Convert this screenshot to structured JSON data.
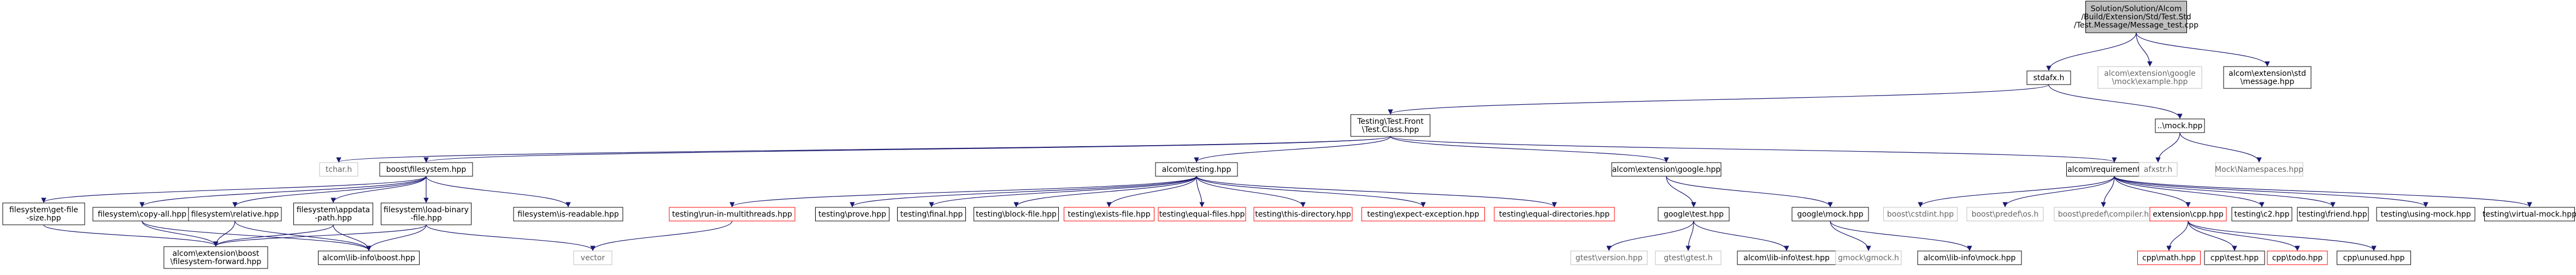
{
  "diagram": {
    "nodes": [
      {
        "id": "root",
        "lines": [
          "Solution/Solution/Alcom",
          "/Build/Extension/Std/Test.Std",
          "/Test.Message/Message_test.cpp"
        ],
        "style": "focus"
      },
      {
        "id": "stdafx",
        "lines": [
          "stdafx.h"
        ],
        "style": "normal"
      },
      {
        "id": "alcom_google_example",
        "lines": [
          "alcom\\extension\\google",
          "\\mock\\example.hpp"
        ],
        "style": "missing"
      },
      {
        "id": "alcom_std_message",
        "lines": [
          "alcom\\extension\\std",
          "\\message.hpp"
        ],
        "style": "normal"
      },
      {
        "id": "testing_test_front",
        "lines": [
          "Testing\\Test.Front",
          "\\Test.Class.hpp"
        ],
        "style": "normal"
      },
      {
        "id": "mock_hpp",
        "lines": [
          "..\\mock.hpp"
        ],
        "style": "normal"
      },
      {
        "id": "tchar",
        "lines": [
          "tchar.h"
        ],
        "style": "missing"
      },
      {
        "id": "boost_filesystem",
        "lines": [
          "boost\\filesystem.hpp"
        ],
        "style": "normal"
      },
      {
        "id": "alcom_testing",
        "lines": [
          "alcom\\testing.hpp"
        ],
        "style": "normal"
      },
      {
        "id": "alcom_google",
        "lines": [
          "alcom\\extension\\google.hpp"
        ],
        "style": "normal"
      },
      {
        "id": "alcom_requirements",
        "lines": [
          "alcom\\requirements.hpp"
        ],
        "style": "normal"
      },
      {
        "id": "afxstr",
        "lines": [
          "afxstr.h"
        ],
        "style": "missing"
      },
      {
        "id": "mock_namespaces",
        "lines": [
          "Mock\\Namespaces.hpp"
        ],
        "style": "missing"
      },
      {
        "id": "fs_get_file_size",
        "lines": [
          "filesystem\\get-file",
          "-size.hpp"
        ],
        "style": "normal"
      },
      {
        "id": "fs_copy_all",
        "lines": [
          "filesystem\\copy-all.hpp"
        ],
        "style": "normal"
      },
      {
        "id": "fs_relative",
        "lines": [
          "filesystem\\relative.hpp"
        ],
        "style": "normal"
      },
      {
        "id": "fs_appdata",
        "lines": [
          "filesystem\\appdata",
          "-path.hpp"
        ],
        "style": "normal"
      },
      {
        "id": "fs_load_binary",
        "lines": [
          "filesystem\\load-binary",
          "-file.hpp"
        ],
        "style": "normal"
      },
      {
        "id": "fs_is_readable",
        "lines": [
          "filesystem\\is-readable.hpp"
        ],
        "style": "normal"
      },
      {
        "id": "t_run_multithreads",
        "lines": [
          "testing\\run-in-multithreads.hpp"
        ],
        "style": "red"
      },
      {
        "id": "t_prove",
        "lines": [
          "testing\\prove.hpp"
        ],
        "style": "normal"
      },
      {
        "id": "t_final",
        "lines": [
          "testing\\final.hpp"
        ],
        "style": "normal"
      },
      {
        "id": "t_block_file",
        "lines": [
          "testing\\block-file.hpp"
        ],
        "style": "normal"
      },
      {
        "id": "t_exists_file",
        "lines": [
          "testing\\exists-file.hpp"
        ],
        "style": "red"
      },
      {
        "id": "t_equal_files",
        "lines": [
          "testing\\equal-files.hpp"
        ],
        "style": "red"
      },
      {
        "id": "t_this_directory",
        "lines": [
          "testing\\this-directory.hpp"
        ],
        "style": "red"
      },
      {
        "id": "t_expect_exception",
        "lines": [
          "testing\\expect-exception.hpp"
        ],
        "style": "red"
      },
      {
        "id": "t_equal_directories",
        "lines": [
          "testing\\equal-directories.hpp"
        ],
        "style": "red"
      },
      {
        "id": "google_test",
        "lines": [
          "google\\test.hpp"
        ],
        "style": "normal"
      },
      {
        "id": "google_mock",
        "lines": [
          "google\\mock.hpp"
        ],
        "style": "normal"
      },
      {
        "id": "boost_cstdint",
        "lines": [
          "boost\\cstdint.hpp"
        ],
        "style": "missing"
      },
      {
        "id": "boost_predef_os",
        "lines": [
          "boost\\predef\\os.h"
        ],
        "style": "missing"
      },
      {
        "id": "boost_predef_compiler",
        "lines": [
          "boost\\predef\\compiler.h"
        ],
        "style": "missing"
      },
      {
        "id": "ext_cpp",
        "lines": [
          "extension\\cpp.hpp"
        ],
        "style": "red"
      },
      {
        "id": "t_c2",
        "lines": [
          "testing\\c2.hpp"
        ],
        "style": "normal"
      },
      {
        "id": "t_friend",
        "lines": [
          "testing\\friend.hpp"
        ],
        "style": "normal"
      },
      {
        "id": "t_using_mock",
        "lines": [
          "testing\\using-mock.hpp"
        ],
        "style": "normal"
      },
      {
        "id": "t_virtual_mock",
        "lines": [
          "testing\\virtual-mock.hpp"
        ],
        "style": "normal"
      },
      {
        "id": "alcom_boost_forward",
        "lines": [
          "alcom\\extension\\boost",
          "\\filesystem-forward.hpp"
        ],
        "style": "normal"
      },
      {
        "id": "alcom_lib_boost",
        "lines": [
          "alcom\\lib-info\\boost.hpp"
        ],
        "style": "normal"
      },
      {
        "id": "vector",
        "lines": [
          "vector"
        ],
        "style": "missing"
      },
      {
        "id": "gtest_version",
        "lines": [
          "gtest\\version.hpp"
        ],
        "style": "missing"
      },
      {
        "id": "gtest_gtest",
        "lines": [
          "gtest\\gtest.h"
        ],
        "style": "missing"
      },
      {
        "id": "alcom_lib_test",
        "lines": [
          "alcom\\lib-info\\test.hpp"
        ],
        "style": "normal"
      },
      {
        "id": "gmock_gmock",
        "lines": [
          "gmock\\gmock.h"
        ],
        "style": "missing"
      },
      {
        "id": "alcom_lib_mock",
        "lines": [
          "alcom\\lib-info\\mock.hpp"
        ],
        "style": "normal"
      },
      {
        "id": "cpp_math",
        "lines": [
          "cpp\\math.hpp"
        ],
        "style": "red"
      },
      {
        "id": "cpp_test",
        "lines": [
          "cpp\\test.hpp"
        ],
        "style": "normal"
      },
      {
        "id": "cpp_todo",
        "lines": [
          "cpp\\todo.hpp"
        ],
        "style": "red"
      },
      {
        "id": "cpp_unused",
        "lines": [
          "cpp\\unused.hpp"
        ],
        "style": "normal"
      }
    ],
    "edges": [
      [
        "root",
        "stdafx"
      ],
      [
        "root",
        "alcom_google_example"
      ],
      [
        "root",
        "alcom_std_message"
      ],
      [
        "stdafx",
        "testing_test_front"
      ],
      [
        "stdafx",
        "mock_hpp"
      ],
      [
        "testing_test_front",
        "tchar"
      ],
      [
        "testing_test_front",
        "boost_filesystem"
      ],
      [
        "testing_test_front",
        "alcom_testing"
      ],
      [
        "testing_test_front",
        "alcom_google"
      ],
      [
        "testing_test_front",
        "alcom_requirements"
      ],
      [
        "mock_hpp",
        "afxstr"
      ],
      [
        "mock_hpp",
        "mock_namespaces"
      ],
      [
        "boost_filesystem",
        "fs_get_file_size"
      ],
      [
        "boost_filesystem",
        "fs_copy_all"
      ],
      [
        "boost_filesystem",
        "fs_relative"
      ],
      [
        "boost_filesystem",
        "fs_appdata"
      ],
      [
        "boost_filesystem",
        "fs_load_binary"
      ],
      [
        "boost_filesystem",
        "fs_is_readable"
      ],
      [
        "fs_get_file_size",
        "alcom_boost_forward"
      ],
      [
        "fs_copy_all",
        "alcom_boost_forward"
      ],
      [
        "fs_copy_all",
        "alcom_lib_boost"
      ],
      [
        "fs_relative",
        "alcom_boost_forward"
      ],
      [
        "fs_relative",
        "alcom_lib_boost"
      ],
      [
        "fs_appdata",
        "alcom_boost_forward"
      ],
      [
        "fs_appdata",
        "alcom_lib_boost"
      ],
      [
        "fs_load_binary",
        "alcom_boost_forward"
      ],
      [
        "fs_load_binary",
        "alcom_lib_boost"
      ],
      [
        "fs_load_binary",
        "vector"
      ],
      [
        "alcom_testing",
        "t_run_multithreads"
      ],
      [
        "alcom_testing",
        "t_prove"
      ],
      [
        "alcom_testing",
        "t_final"
      ],
      [
        "alcom_testing",
        "t_block_file"
      ],
      [
        "alcom_testing",
        "t_exists_file"
      ],
      [
        "alcom_testing",
        "t_equal_files"
      ],
      [
        "alcom_testing",
        "t_this_directory"
      ],
      [
        "alcom_testing",
        "t_expect_exception"
      ],
      [
        "alcom_testing",
        "t_equal_directories"
      ],
      [
        "t_run_multithreads",
        "vector"
      ],
      [
        "alcom_google",
        "google_test"
      ],
      [
        "alcom_google",
        "google_mock"
      ],
      [
        "google_test",
        "gtest_version"
      ],
      [
        "google_test",
        "gtest_gtest"
      ],
      [
        "google_test",
        "alcom_lib_test"
      ],
      [
        "google_mock",
        "gmock_gmock"
      ],
      [
        "google_mock",
        "alcom_lib_mock"
      ],
      [
        "alcom_requirements",
        "boost_cstdint"
      ],
      [
        "alcom_requirements",
        "boost_predef_os"
      ],
      [
        "alcom_requirements",
        "boost_predef_compiler"
      ],
      [
        "alcom_requirements",
        "ext_cpp"
      ],
      [
        "alcom_requirements",
        "t_c2"
      ],
      [
        "alcom_requirements",
        "t_friend"
      ],
      [
        "alcom_requirements",
        "t_using_mock"
      ],
      [
        "alcom_requirements",
        "t_virtual_mock"
      ],
      [
        "ext_cpp",
        "cpp_math"
      ],
      [
        "ext_cpp",
        "cpp_test"
      ],
      [
        "ext_cpp",
        "cpp_todo"
      ],
      [
        "ext_cpp",
        "cpp_unused"
      ]
    ],
    "colors": {
      "edge": "#191970",
      "focus_fill": "#bfbfbf",
      "normal_border": "#000000",
      "missing_border": "#bfbfbf",
      "red_border": "#ff0000",
      "missing_text": "#666666"
    }
  }
}
